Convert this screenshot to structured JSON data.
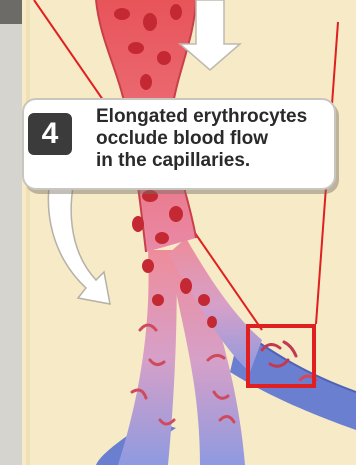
{
  "callout": {
    "step_number": "4",
    "caption_lines": [
      "Elongated erythrocytes",
      "occlude blood flow",
      "in the capillaries."
    ]
  },
  "colors": {
    "background_panel": "#f6eac7",
    "vessel_red": "#e8545a",
    "vessel_pink": "#f2a4b0",
    "vein_blue": "#6b7fd0",
    "highlight_box": "#e02020",
    "arrow_fill": "#ffffff",
    "badge": "#3b3b3b"
  },
  "icons": [
    "down-arrow-icon",
    "curved-arrow-icon"
  ]
}
